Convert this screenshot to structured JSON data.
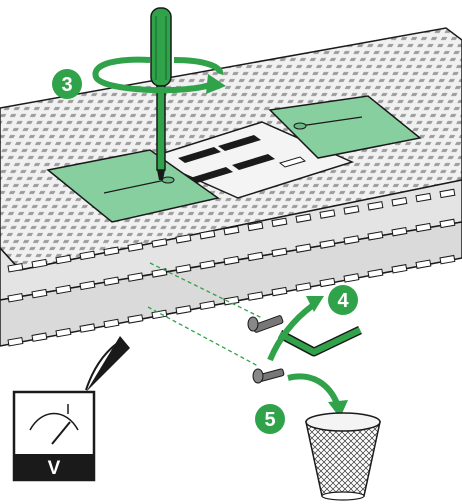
{
  "steps": [
    {
      "number": "3"
    },
    {
      "number": "4"
    },
    {
      "number": "5"
    }
  ],
  "meter": {
    "letter": "V"
  },
  "colors": {
    "accent_green": "#2fa24a",
    "plate_green": "#88cfa0",
    "rail_grey": "#e6e6e6",
    "outline": "#1a1a1a"
  },
  "icons": [
    "screwdriver-icon",
    "rotation-arrow-icon",
    "curved-arrow-icon",
    "voltmeter-icon",
    "wastebasket-icon",
    "screw-icon",
    "hex-key-icon"
  ]
}
